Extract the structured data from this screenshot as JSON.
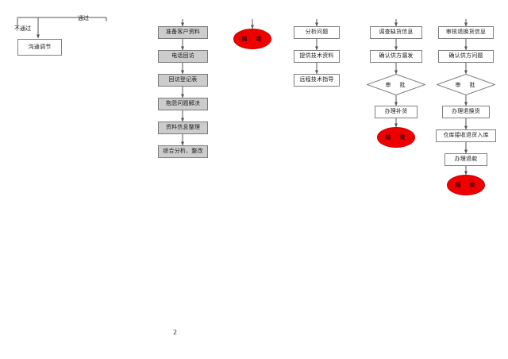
{
  "page": {
    "number": "2",
    "background_color": "#ffffff",
    "line_color": "#555555",
    "box_fill_white": "#ffffff",
    "box_fill_gray": "#cccccc",
    "box_border": "#808080",
    "terminator_fill": "#ee0000",
    "terminator_text_color": "#3a0000"
  },
  "decision_branch": {
    "pass_label": "通过",
    "fail_label": "不通过",
    "fail_target": "沟通调节"
  },
  "columns": [
    {
      "id": "complaint-followup",
      "style": "gray",
      "nodes": [
        {
          "type": "process",
          "label": "准备客户资料"
        },
        {
          "type": "process",
          "label": "电话回访"
        },
        {
          "type": "process",
          "label": "回访登记表"
        },
        {
          "type": "process",
          "label": "抱怨问题解决"
        },
        {
          "type": "process",
          "label": "资料信息整理"
        },
        {
          "type": "process",
          "label": "综合分析、整改"
        }
      ]
    },
    {
      "id": "end-terminator-col",
      "style": "terminator",
      "nodes": [
        {
          "type": "terminator",
          "label": "结　束"
        }
      ]
    },
    {
      "id": "technical-support",
      "style": "white",
      "nodes": [
        {
          "type": "process",
          "label": "分析问题"
        },
        {
          "type": "process",
          "label": "提供技术资料"
        },
        {
          "type": "process",
          "label": "远程技术指导"
        }
      ]
    },
    {
      "id": "shortage-handling",
      "style": "white",
      "nodes": [
        {
          "type": "process",
          "label": "调查缺货信息"
        },
        {
          "type": "process",
          "label": "确认供方漏发"
        },
        {
          "type": "decision",
          "label": "审　批"
        },
        {
          "type": "process",
          "label": "办理补货"
        },
        {
          "type": "terminator",
          "label": "结　束"
        }
      ]
    },
    {
      "id": "return-exchange",
      "style": "white",
      "nodes": [
        {
          "type": "process",
          "label": "审核退换货信息"
        },
        {
          "type": "process",
          "label": "确认供方问题"
        },
        {
          "type": "decision",
          "label": "审　批"
        },
        {
          "type": "process",
          "label": "办理退换货"
        },
        {
          "type": "process",
          "label": "仓库接收退货入库"
        },
        {
          "type": "process",
          "label": "办理退款"
        },
        {
          "type": "terminator",
          "label": "结　束"
        }
      ]
    }
  ]
}
